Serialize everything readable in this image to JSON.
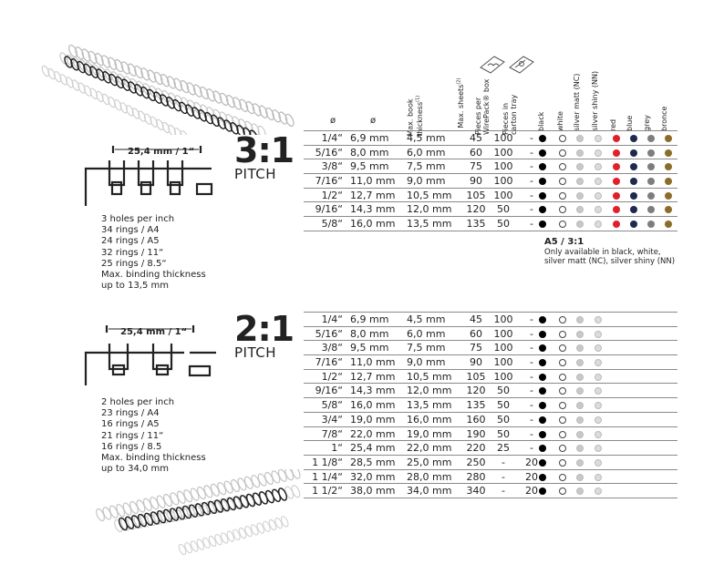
{
  "header": {
    "col_inch_icon": "ø",
    "col_mm_icon": "ø",
    "col_thickness": "Max. book",
    "col_thickness2": "thickness",
    "col_thickness_sup": "(1)",
    "col_sheets": "Max. sheets",
    "col_sheets_sup": "(2)",
    "col_wirepack": "Pieces per",
    "col_wirepack2": "WirePack® box",
    "col_tray": "Pieces in",
    "col_tray2": "carton tray",
    "colors": [
      "black",
      "white",
      "silver matt (NC)",
      "silver shiny (NN)",
      "red",
      "blue",
      "grey",
      "bronce"
    ]
  },
  "colors_hex": {
    "black": "#000000",
    "white": "#ffffff",
    "silver_matt": "#c8c8c8",
    "silver_shiny": "#dcdcdc",
    "red": "#e0202a",
    "blue": "#1c2a4e",
    "grey": "#7d7d7d",
    "bronce": "#8a6d2a"
  },
  "pitch31": {
    "ratio": "3:1",
    "pitch": "PITCH",
    "dimension": "25,4 mm / 1“",
    "info": [
      "3  holes per inch",
      "34 rings / A4",
      "24 rings / A5",
      "32 rings / 11“",
      "25 rings / 8.5“",
      "Max. binding thickness",
      "up to 13,5 mm"
    ],
    "rows": [
      {
        "inch": "1/4“",
        "mm": "6,9 mm",
        "thk": "4,5 mm",
        "sheets": "45",
        "wp": "100",
        "tray": "-"
      },
      {
        "inch": "5/16“",
        "mm": "8,0 mm",
        "thk": "6,0 mm",
        "sheets": "60",
        "wp": "100",
        "tray": "-"
      },
      {
        "inch": "3/8“",
        "mm": "9,5 mm",
        "thk": "7,5 mm",
        "sheets": "75",
        "wp": "100",
        "tray": "-"
      },
      {
        "inch": "7/16“",
        "mm": "11,0 mm",
        "thk": "9,0 mm",
        "sheets": "90",
        "wp": "100",
        "tray": "-"
      },
      {
        "inch": "1/2“",
        "mm": "12,7 mm",
        "thk": "10,5 mm",
        "sheets": "105",
        "wp": "100",
        "tray": "-"
      },
      {
        "inch": "9/16“",
        "mm": "14,3 mm",
        "thk": "12,0 mm",
        "sheets": "120",
        "wp": "50",
        "tray": "-"
      },
      {
        "inch": "5/8“",
        "mm": "16,0 mm",
        "thk": "13,5 mm",
        "sheets": "135",
        "wp": "50",
        "tray": "-"
      }
    ],
    "note_title": "A5 / 3:1",
    "note_line1": "Only available in black, white,",
    "note_line2": "silver matt (NC), silver shiny (NN)"
  },
  "pitch21": {
    "ratio": "2:1",
    "pitch": "PITCH",
    "dimension": "25,4 mm / 1“",
    "info": [
      "2 holes per inch",
      "23 rings  / A4",
      "16 rings / A5",
      "21 rings / 11“",
      "16 rings / 8.5",
      "Max. binding thickness",
      "up to 34,0 mm"
    ],
    "rows": [
      {
        "inch": "1/4“",
        "mm": "6,9 mm",
        "thk": "4,5 mm",
        "sheets": "45",
        "wp": "100",
        "tray": "-"
      },
      {
        "inch": "5/16“",
        "mm": "8,0 mm",
        "thk": "6,0 mm",
        "sheets": "60",
        "wp": "100",
        "tray": "-"
      },
      {
        "inch": "3/8“",
        "mm": "9,5 mm",
        "thk": "7,5 mm",
        "sheets": "75",
        "wp": "100",
        "tray": "-"
      },
      {
        "inch": "7/16“",
        "mm": "11,0 mm",
        "thk": "9,0 mm",
        "sheets": "90",
        "wp": "100",
        "tray": "-"
      },
      {
        "inch": "1/2“",
        "mm": "12,7 mm",
        "thk": "10,5 mm",
        "sheets": "105",
        "wp": "100",
        "tray": "-"
      },
      {
        "inch": "9/16“",
        "mm": "14,3 mm",
        "thk": "12,0 mm",
        "sheets": "120",
        "wp": "50",
        "tray": "-"
      },
      {
        "inch": "5/8“",
        "mm": "16,0 mm",
        "thk": "13,5 mm",
        "sheets": "135",
        "wp": "50",
        "tray": "-"
      },
      {
        "inch": "3/4“",
        "mm": "19,0 mm",
        "thk": "16,0 mm",
        "sheets": "160",
        "wp": "50",
        "tray": "-"
      },
      {
        "inch": "7/8“",
        "mm": "22,0 mm",
        "thk": "19,0 mm",
        "sheets": "190",
        "wp": "50",
        "tray": "-"
      },
      {
        "inch": "1“",
        "mm": "25,4 mm",
        "thk": "22,0 mm",
        "sheets": "220",
        "wp": "25",
        "tray": "-"
      },
      {
        "inch": "1 1/8“",
        "mm": "28,5 mm",
        "thk": "25,0 mm",
        "sheets": "250",
        "wp": "-",
        "tray": "20"
      },
      {
        "inch": "1 1/4“",
        "mm": "32,0 mm",
        "thk": "28,0 mm",
        "sheets": "280",
        "wp": "-",
        "tray": "20"
      },
      {
        "inch": "1 1/2“",
        "mm": "38,0 mm",
        "thk": "34,0 mm",
        "sheets": "340",
        "wp": "-",
        "tray": "20"
      }
    ]
  }
}
